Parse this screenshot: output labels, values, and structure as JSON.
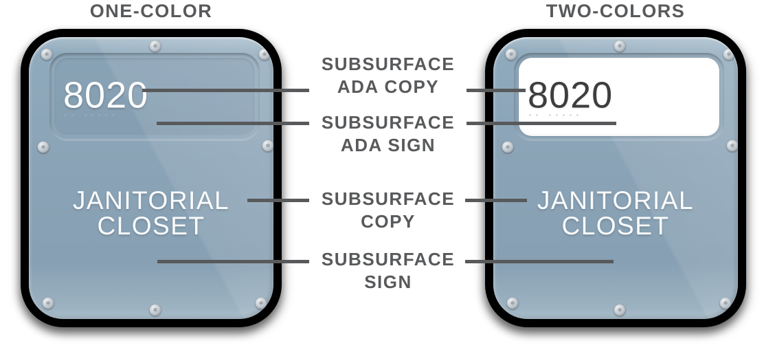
{
  "canvas": {
    "background": "#ffffff",
    "leader_line_color": "#58595b",
    "label_text_color": "#58595b"
  },
  "signs": {
    "left": {
      "title": "ONE-COLOR",
      "ada_copy": "8020",
      "room_copy": [
        "JANITORIAL",
        "CLOSET"
      ],
      "body_color": "#8aa3b6",
      "ada_panel_color": "#7e98ac",
      "ada_copy_color": "#ffffff",
      "room_copy_color": "#ffffff"
    },
    "right": {
      "title": "TWO-COLORS",
      "ada_copy": "8020",
      "room_copy": [
        "JANITORIAL",
        "CLOSET"
      ],
      "body_color": "#8aa3b6",
      "ada_panel_color": "#ffffff",
      "ada_copy_color": "#3d3d3f",
      "room_copy_color": "#ffffff"
    }
  },
  "callouts": [
    {
      "line1": "SUBSURFACE",
      "line2": "ADA COPY"
    },
    {
      "line1": "SUBSURFACE",
      "line2": "ADA SIGN"
    },
    {
      "line1": "SUBSURFACE",
      "line2": "COPY"
    },
    {
      "line1": "SUBSURFACE",
      "line2": "SIGN"
    }
  ],
  "icons": {
    "screw": "✻"
  }
}
